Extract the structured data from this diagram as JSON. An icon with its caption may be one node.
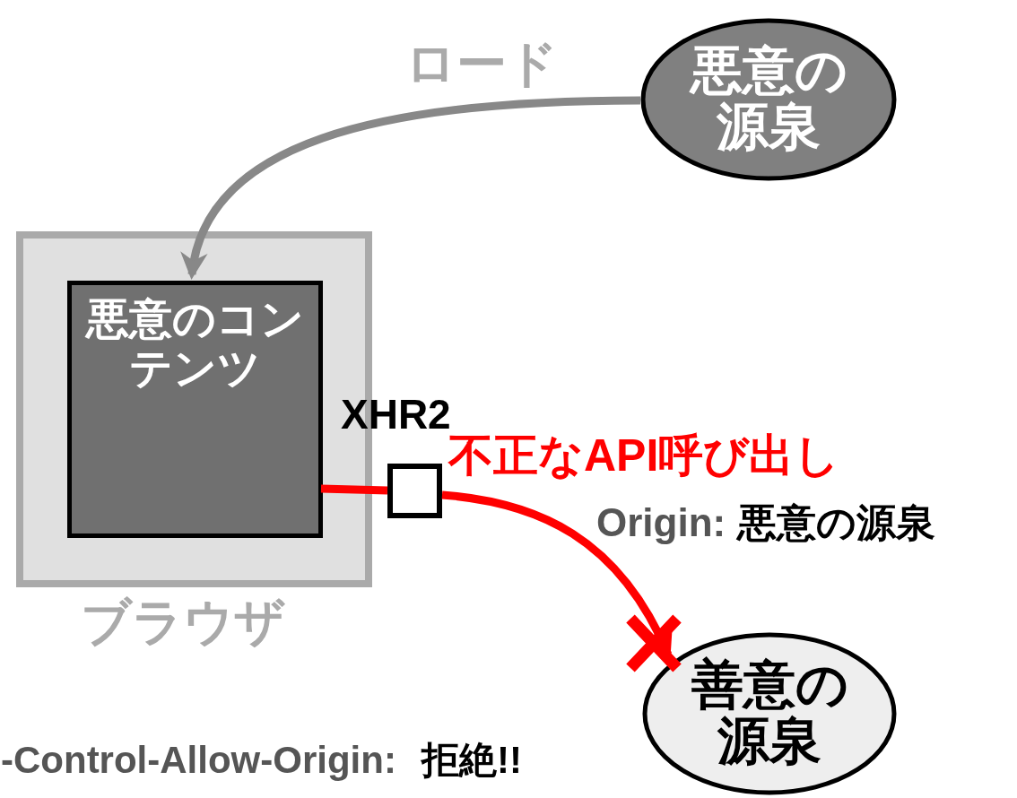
{
  "diagram": {
    "nodes": [
      {
        "text": [
          "悪意の源泉"
        ]
      },
      {
        "text": [
          "ブラウザ"
        ]
      },
      {
        "text": [
          "悪意のコンテンツ"
        ],
        "in": 1
      },
      {
        "text": [
          "XHR2"
        ]
      },
      {
        "text": [
          "善意の源泉"
        ]
      }
    ],
    "edges": [
      {
        "from": 0,
        "to": 2,
        "arrow": "to",
        "label": "ロード",
        "color": "#888888"
      },
      {
        "from": 2,
        "to": 3,
        "arrow": "none"
      },
      {
        "from": 3,
        "to": 4,
        "arrow": "to",
        "label": "不正なAPI呼び出し"
      }
    ],
    "labels": [
      "Origin:",
      "悪意の源泉",
      "-Control-Allow-Origin:",
      "拒絶!!"
    ]
  }
}
